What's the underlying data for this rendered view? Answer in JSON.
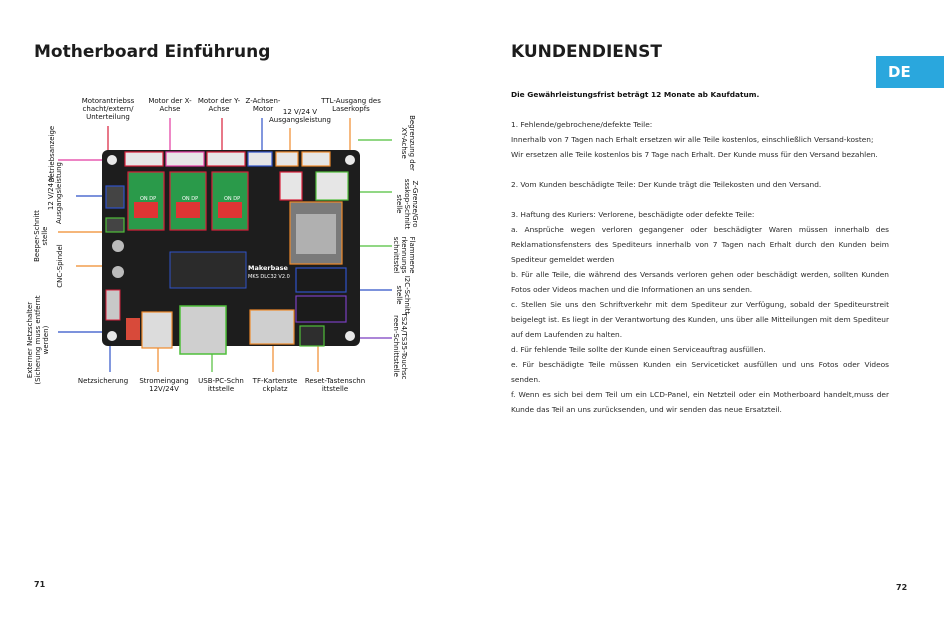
{
  "left_page": {
    "title": "Motherboard Einführung",
    "page_number": "71",
    "board": {
      "brand": "Makerbase",
      "model": "MKS DLC32 V2.0",
      "dip_label": "ON DP"
    },
    "labels_top": [
      "Motorantriebss chacht/extern/ Unterteilung",
      "Motor der X-Achse",
      "Motor der Y-Achse",
      "Z-Achsen- Motor",
      "12 V/24 V Ausgangsleistung",
      "TTL-Ausgang des Laserkopfs"
    ],
    "labels_left": [
      "Betriebsanzeige",
      "12 V/24 V Ausgangsleistung",
      "Beeper-Schnitt stelle",
      "CNC-Spindel",
      "Externer Netzschalter (Sicherung muss entfernt werden)"
    ],
    "labels_right": [
      "Begrenzung der XY-Achse",
      "Z-Grenze/Gro ssskop-Schnitt stelle",
      "Flammene rkennungs schnittstel",
      "I2C-Schnitt stelle",
      "TS24/TS35-Touchsc reen-Schnittstelle"
    ],
    "labels_bottom": [
      "Netzsicherung",
      "Stromeingang 12V/24V",
      "USB-PC-Schn ittstelle",
      "TF-Kartenste ckplatz",
      "Reset-Tastenschn ittstelle"
    ]
  },
  "right_page": {
    "title": "KUNDENDIENST",
    "language_tab": "DE",
    "page_number": "72",
    "warranty": "Die Gewährleistungsfrist beträgt 12 Monate ab Kaufdatum.",
    "paragraphs": [
      "1. Fehlende/gebrochene/defekte Teile:",
      "Innerhalb von 7 Tagen nach Erhalt ersetzen wir alle Teile kostenlos, einschließlich Versand-kosten;",
      "Wir ersetzen alle Teile kostenlos bis 7 Tage nach Erhalt. Der Kunde muss für den Versand bezahlen.",
      "",
      "2. Vom Kunden beschädigte Teile: Der Kunde trägt die Teilekosten und den Versand.",
      "",
      "3. Haftung des Kuriers: Verlorene, beschädigte oder defekte Teile:",
      "a. Ansprüche wegen verloren gegangener oder beschädigter Waren müssen innerhalb des Reklamationsfensters des Spediteurs innerhalb von 7 Tagen nach Erhalt durch den Kunden beim Spediteur gemeldet werden",
      "b. Für alle Teile, die während des Versands verloren gehen oder beschädigt werden, sollten Kunden Fotos oder Videos machen und die Informationen an uns senden.",
      "c. Stellen Sie uns den Schriftverkehr mit dem Spediteur zur Verfügung, sobald der Spediteurstreit beigelegt ist. Es liegt in der Verantwortung des Kunden, uns über alle Mitteilungen mit dem Spediteur auf dem Laufenden zu halten.",
      "d. Für fehlende Teile sollte der Kunde einen Serviceauftrag ausfüllen.",
      "e. Für beschädigte Teile müssen Kunden ein Serviceticket ausfüllen und uns Fotos oder Videos senden.",
      "f. Wenn es sich bei dem Teil um ein LCD-Panel, ein Netzteil oder ein Motherboard handelt,muss der Kunde das Teil an uns zurücksenden, und wir senden das neue Ersatzteil."
    ]
  },
  "colors": {
    "accent": "#2aa7dd",
    "pcb": "#1d1d1d",
    "red_box": "#d81e3a",
    "pink_box": "#e23aa1",
    "blue_box": "#2f52c8",
    "orange_box": "#ef8a2b",
    "green_box": "#4fbf3a",
    "purple_box": "#7a3fc0"
  }
}
